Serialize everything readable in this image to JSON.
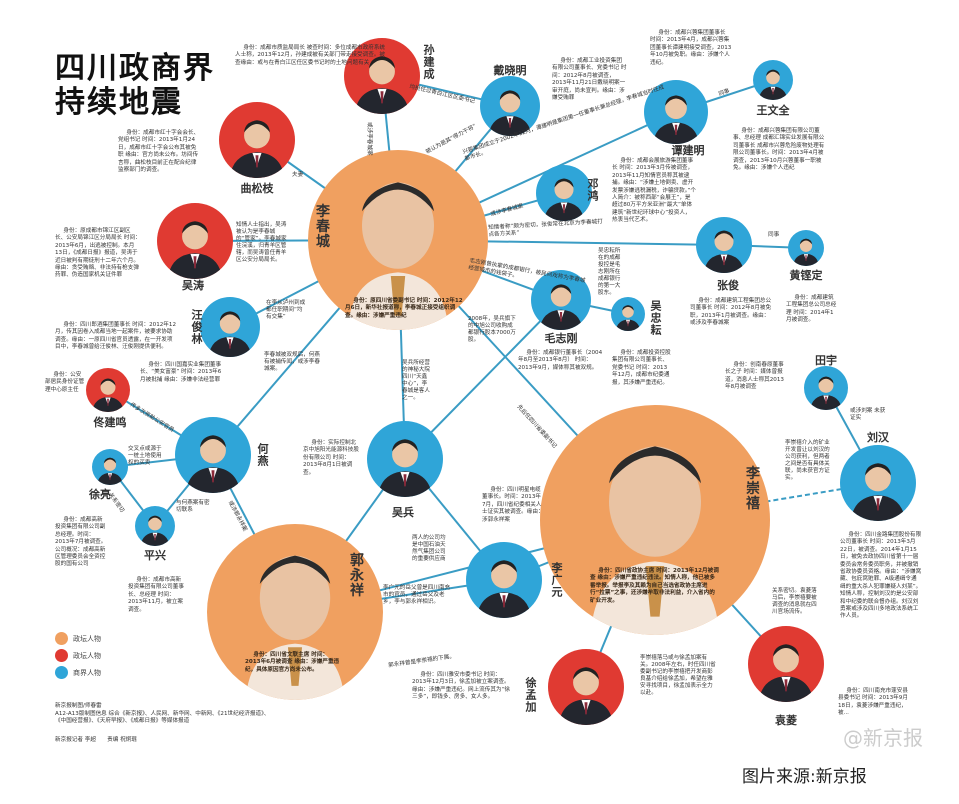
{
  "title": {
    "line1": "四川政商界",
    "line2": "持续地震"
  },
  "colors": {
    "politics": "#F0A060",
    "law": "#E03A32",
    "business": "#2FA5D8",
    "link": "#3a9cc4"
  },
  "legend": [
    {
      "label": "政坛人物",
      "type": "politics"
    },
    {
      "label": "政坛人物",
      "type": "law"
    },
    {
      "label": "商界人物",
      "type": "business"
    }
  ],
  "nodes": [
    {
      "name": "孙建成",
      "type": "law",
      "caption": "身份：成都市质监局局长 被查时间：多位成都市政府系统人士称，2013年12月，孙建成被有关部门带走接受调查。被查缘由：或与在青白江区任区委书记时的土地问题有关"
    },
    {
      "name": "曲松枝",
      "type": "law",
      "caption": "身份：成都市红十字会会长、党组书记 时间：2013年1月24日，成都市红十字会公布其被免职 缘由：官方尚未公布。坊间传言称，曲松枝目前正在配合纪律监察部门的调查。"
    },
    {
      "name": "戴晓明",
      "type": "business",
      "caption": "身份：成都工业投资集团有限公司董事长、党委书记 时间：2012年8月被调查，2013年11月21日戴晓明案一审开庭，尚未宣判。缘由：涉嫌受贿罪"
    },
    {
      "name": "谭建明",
      "type": "business",
      "caption": "身份：成都兴蓉集团董事长 时间：2013年4月，成都兴蓉集团董事长谭建明接受调查，2013年10月被免职。缘由：涉嫌个人违纪。"
    },
    {
      "name": "王文全",
      "type": "business",
      "caption": "身份：成都兴蓉集团有限公司董事、总经理 成都汇锦实业发展有限公司董事长 成都市兴蓉危险废物处理有限公司董事长。时间：2013年4月被调查，2013年10月兴蓉董事一职被免。缘由：涉嫌个人违纪"
    },
    {
      "name": "李春城",
      "type": "politics",
      "caption": "身份：原四川省委副书记 时间：2012年12月6日，新华社报道称，李春城正接受组织调查。缘由：涉嫌严重违纪"
    },
    {
      "name": "邓鸿",
      "type": "business",
      "caption": "身份：成都会展旅游集团董事长 时间：2013年3月传被调查，2013年11月知情官员称其被逮捕。缘由：“涉嫌土地倒卖、虚开发票涉嫌逃税漏税，诈骗贷款。”个人简介：被称西部“会展王”，是超过80万平方米亚洲“最大”单体建筑“新世纪环球中心”投资人，热衷当代艺术。"
    },
    {
      "name": "吴涛",
      "type": "law",
      "caption": "身份：原成都市锦江区副区长、公安局锦江区分局局长 时间：2013年6月，出逃被控制。本月13日，《成都日报》报道，吴涛于近日被判有期徒刑十二年六个月。缘由：贪受贿赂、非法持有枪支弹药罪、伪造国家机关证件罪"
    },
    {
      "name": "张俊",
      "type": "business",
      "caption": "身份：成都建筑工程集团总公司董事长 时间：2012年8月被免职，2013年1月被调查。缘由：或涉及李春城案"
    },
    {
      "name": "黄铿定",
      "type": "business",
      "caption": "身份：成都建筑工程集团总公司总经理 时间：2014年1月被调查。"
    },
    {
      "name": "汪俊林",
      "type": "business",
      "caption": "身份：四川郎酒集团董事长 时间：2012年12月，传其因卷入成都当地一起案件，被要求协助调查。缘由：一原四川省官员透露，在一开发项目中，李春城曾给汪俊林、汪俊刚提供便利。"
    },
    {
      "name": "毛志刚",
      "type": "business",
      "caption": "身份：成都银行董事长（2004年8月至2013年8月） 时间：2013年9月，媒体称其被双规。"
    },
    {
      "name": "吴忠耘",
      "type": "business",
      "caption": "身份：成都投资控股集团有限公司董事长、党委书记 时间：2013年12月，成都市纪委通报，其涉嫌严重违纪。"
    },
    {
      "name": "佟建鸣",
      "type": "law",
      "caption": "身份：公安部居民身份证管理中心原主任"
    },
    {
      "name": "何燕",
      "type": "business",
      "caption": "身份：四川国嘉实业集团董事长、“美女富豪” 时间：2013年6月被批捕 缘由：涉嫌非法经营罪"
    },
    {
      "name": "徐亮",
      "type": "business",
      "caption": "身份：成都高新投资集团有限公司副总经理。时间：2013年7月被调查。公司概况：成都高新区管理委员会全资控股的国有公司"
    },
    {
      "name": "平兴",
      "type": "business",
      "caption": "身份：成都市高新投资集团有限公司董事长、总经理 时间：2013年11月，被立案调查。"
    },
    {
      "name": "吴兵",
      "type": "business",
      "caption": "身份：实际控制北京中旭阳光能源科技股份有限公司 时间：2013年8月1日被调查。"
    },
    {
      "name": "田宇",
      "type": "business",
      "caption": "身份：创南春原董事长之子 时间：媒体曾报道，消息人士称其2013年8月被调查"
    },
    {
      "name": "刘汉",
      "type": "business",
      "caption": "身份：四川金路集团股份有限公司董事长 时间：2013年3月22日，被调查。2014年1月15日，被免去政协四川省第十一届委员会常务委员职务，并被撤销省政协委员资格。缘由：“涉嫌窝藏、包庇窝赃罪、A级通缉令通缉的重大杀人犯罪嫌疑人刘某”。知情人称，控制刘汉的是公安部和中纪委的联合督办组。刘汉刘勇案或涉及四川多地政法系统工作人员。"
    },
    {
      "name": "李崇禧",
      "type": "politics",
      "caption": "身份：四川省政协主席 时间：2013年12月被调查 缘由：涉嫌严重违纪违法。知情人称，他已被多番举报。举报李及其赖为自己当选省政协主席进行“拉票”之事，还涉嫌牟取非法利益，介入省内的矿业开发。"
    },
    {
      "name": "郭永祥",
      "type": "politics",
      "caption": "身份：四川省文联主席 时间：2013年6月被调查 缘由：涉嫌严重违纪，具体原因官方尚未公布。"
    },
    {
      "name": "李广元",
      "type": "business",
      "caption": "身份：四川明星电缆董事长。时间：2013年7月，四川省纪委相关人士证实其被调查。缘由：涉郭永祥案"
    },
    {
      "name": "徐孟加",
      "type": "law",
      "caption": "身份：四川雅安市委书记 时间：2013年12月3日，徐孟加被立案调查。缘由：涉嫌严重违纪。网上流传其为“徐三多”，即钱多、房多、女人多。"
    },
    {
      "name": "袁菱",
      "type": "law",
      "caption": "身份：四川南充市蓬安县县委书记 时间：2013年9月18日，袁菱涉嫌严重违纪，被..."
    }
  ],
  "edges": [
    {
      "from": "李春城",
      "to": "曲松枝",
      "label": "夫妻"
    },
    {
      "from": "李春城",
      "to": "孙建成",
      "label": "或涉李春城案"
    },
    {
      "from": "孙建成",
      "to": "戴晓明",
      "label": "均担任过青白江区区委书记"
    },
    {
      "from": "李春城",
      "to": "戴晓明",
      "label": "被认为是其“得力干将”"
    },
    {
      "from": "李春城",
      "to": "谭建明",
      "label": "兴蓉集团成立于2002年12月，谭建明是集团第一任董事长兼总经理，李春城当时任成都市长。"
    },
    {
      "from": "谭建明",
      "to": "王文全",
      "label": "同事"
    },
    {
      "from": "李春城",
      "to": "邓鸿",
      "label": "或涉李春城案"
    },
    {
      "from": "李春城",
      "to": "张俊",
      "label": "知情者称“颇为密切，张俊常在北京为李春城打点各方关系”"
    },
    {
      "from": "张俊",
      "to": "黄铿定",
      "label": "同事"
    },
    {
      "from": "李春城",
      "to": "毛志刚",
      "label": "毛志刚曾执掌的成都银行，被民间戏称为李春城经营城市的钱袋子。"
    },
    {
      "from": "毛志刚",
      "to": "吴忠耘",
      "label": "吴忠耘所在的成都投控是毛志刚所在成都银行的第一大股东。"
    },
    {
      "from": "李春城",
      "to": "吴涛",
      "label": "知情人士指出，吴涛被认为是李春城的“管家”。李春城家住浣溪，归青羊区管辖，而吴涛曾任青羊区公安分局局长。"
    },
    {
      "from": "李春城",
      "to": "汪俊林",
      "label": "在李从泸州到成都任职期间“均有交集”"
    },
    {
      "from": "李春城",
      "to": "何燕",
      "label": "李春城被双规后，何燕有被捕传闻，或涉李春城案。"
    },
    {
      "from": "何燕",
      "to": "佟建鸣",
      "label": "传多次资助公安官员"
    },
    {
      "from": "何燕",
      "to": "徐亮",
      "label": "交叉点或源于一桩土地使用权的买卖"
    },
    {
      "from": "何燕",
      "to": "平兴",
      "label": "与何燕案有密切联系"
    },
    {
      "from": "徐亮",
      "to": "平兴",
      "label": "关系密切"
    },
    {
      "from": "何燕",
      "to": "郭永祥",
      "label": "或涉郭永祥案"
    },
    {
      "from": "李春城",
      "to": "吴兵",
      "label": "吴兵所经营的神秘大院四川“天鑫中心”，李春城是客人之一。"
    },
    {
      "from": "毛志刚",
      "to": "吴兵",
      "label": "2008年，吴兵旗下的中旭公司收购成都银行股本7000万股。"
    },
    {
      "from": "李春城",
      "to": "李崇禧",
      "label": "先后任四川省委副书记"
    },
    {
      "from": "吴兵",
      "to": "李广元",
      "label": "两人的公司均是中国石油天然气集团公司的重要供应商"
    },
    {
      "from": "郭永祥",
      "to": "李广元",
      "label": "李广元的岳父曾是四川南充市的官员，通过岳父及老乡，李与郭永祥相识。"
    },
    {
      "from": "郭永祥",
      "to": "李崇禧",
      "label": "郭永祥曾是李崇禧的下属。"
    },
    {
      "from": "李崇禧",
      "to": "徐孟加",
      "label": "李崇禧落马或与徐孟加案有关。2008年左右，时任四川省委副书记的李崇禧把开发商彭良基介绍给徐孟加，希望在雅安寻找项目，徐孟加表示全力以赴。"
    },
    {
      "from": "李崇禧",
      "to": "袁菱",
      "label": "关系密切。袁菱落马后，李崇禧要被调查的消息就在四川官场流传。"
    },
    {
      "from": "李崇禧",
      "to": "刘汉",
      "label": "李崇禧介入的矿业开发曾让以刘汉的公司获利，但两者之间是否有具体关联，尚未获官方证实。",
      "dashed": true
    },
    {
      "from": "田宇",
      "to": "刘汉",
      "label": "或涉刘案 未获证实"
    },
    {
      "from": "吴兵",
      "to": "郭永祥",
      "label": ""
    },
    {
      "from": "李广元",
      "to": "李崇禧",
      "label": ""
    }
  ],
  "credits": {
    "line1": "新京报制图/师春雷",
    "line2": "A12-A13版制图信息 综合《新京报》、人民网、新华网、中新网、《21世纪经济报道》、",
    "line3": "《中国经营报》、《天府早报》、《成都日报》等媒体报道",
    "reporter": "新京报记者 李超　　责编 祝炯琨"
  },
  "watermark": "@新京报",
  "source": "图片来源:新京报"
}
